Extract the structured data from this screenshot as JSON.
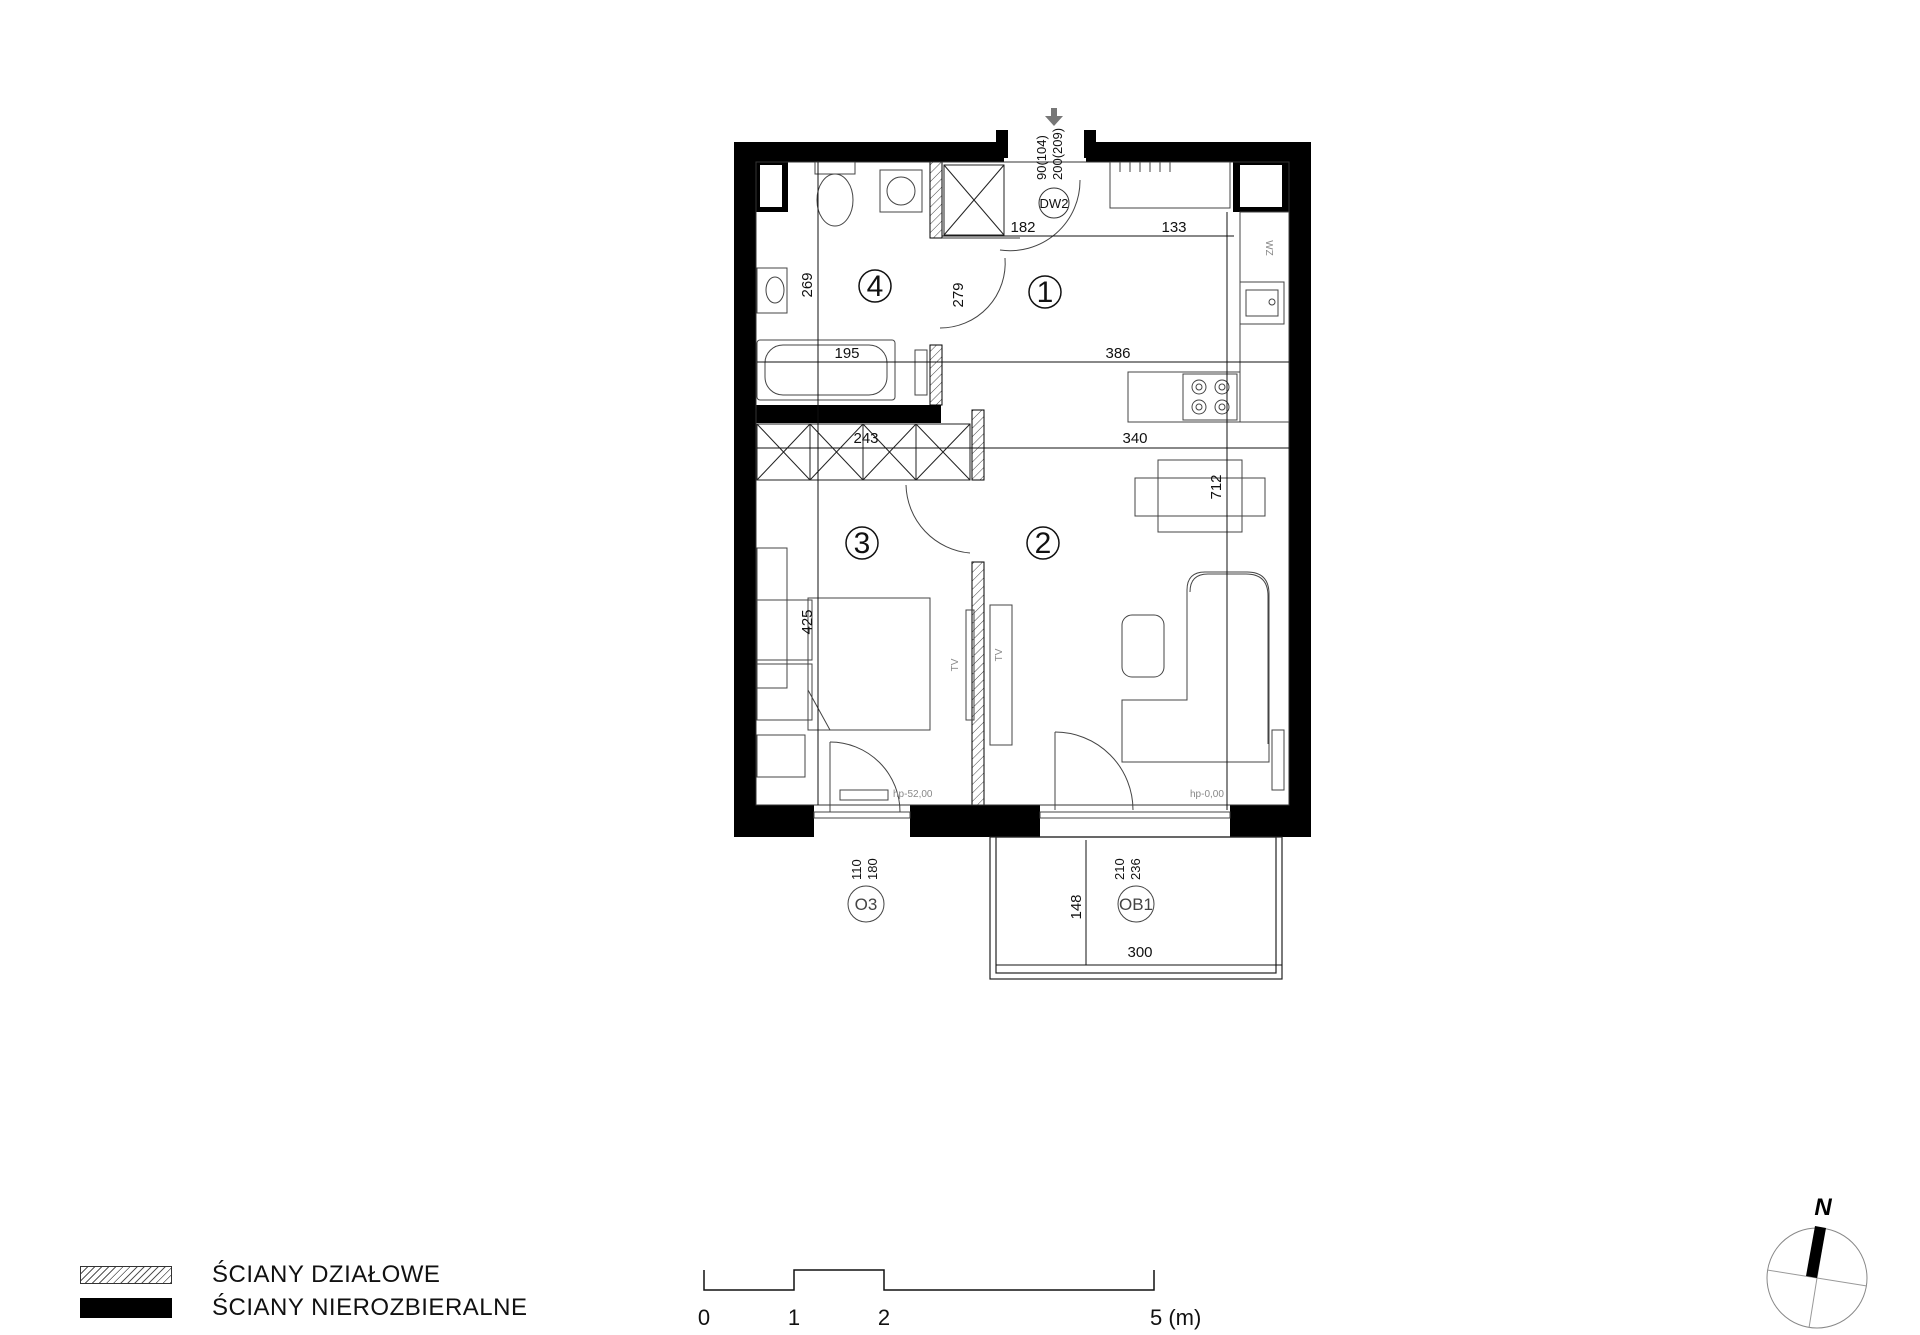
{
  "plan": {
    "rooms": [
      {
        "id": "room-1",
        "number": "1"
      },
      {
        "id": "room-2",
        "number": "2"
      },
      {
        "id": "room-3",
        "number": "3"
      },
      {
        "id": "room-4",
        "number": "4"
      }
    ],
    "dimensions": {
      "entry_width": "182",
      "kitchen_top": "133",
      "bath_height": "269",
      "hall_height": "279",
      "bath_width": "195",
      "kitchen_width": "386",
      "bedroom_width": "243",
      "living_width": "340",
      "living_height": "712",
      "bedroom_height": "425",
      "balcony_depth": "148",
      "balcony_width": "300"
    },
    "door_main": {
      "top": "90(104)",
      "bottom": "200(209)",
      "tag": "DW2"
    },
    "window_bedroom": {
      "top": "110",
      "bottom": "180",
      "tag": "O3"
    },
    "window_living": {
      "top": "210",
      "bottom": "236",
      "tag": "OB1"
    },
    "labels": {
      "wz": "WZ",
      "tv1": "TV",
      "tv2": "TV",
      "floor1": "hp-52,00",
      "floor2": "hp-0,00"
    }
  },
  "legend": {
    "partition_label": "ŚCIANY DZIAŁOWE",
    "structural_label": "ŚCIANY NIEROZBIERALNE"
  },
  "scale": {
    "ticks": [
      "0",
      "1",
      "2",
      "5 (m)"
    ]
  },
  "compass": {
    "north": "N"
  }
}
